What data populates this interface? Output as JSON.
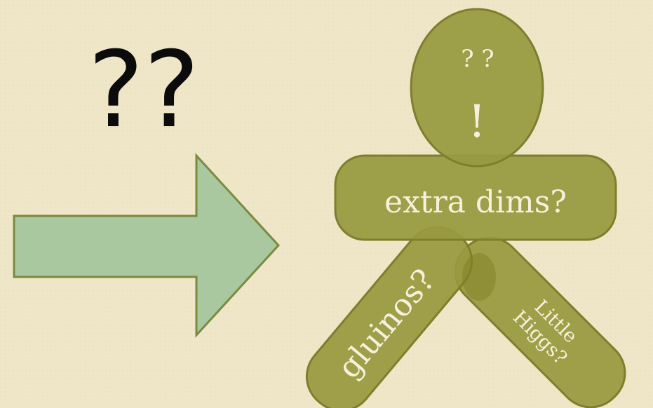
{
  "question_marks": "??",
  "head": {
    "top_text": "? ?",
    "exclaim": "!"
  },
  "body_label": "extra dims?",
  "left_leg_label": "gluinos?",
  "right_leg_label": {
    "line1": "Little",
    "line2": "Higgs?"
  },
  "colors": {
    "background": "#efe6c8",
    "arrow_fill": "#aac8a0",
    "arrow_stroke": "#7a8a3e",
    "shape_fill": "#98993f",
    "shape_stroke": "#7e7e2c",
    "label_text": "#f7f1dc",
    "question_text": "#0b0b0b"
  }
}
